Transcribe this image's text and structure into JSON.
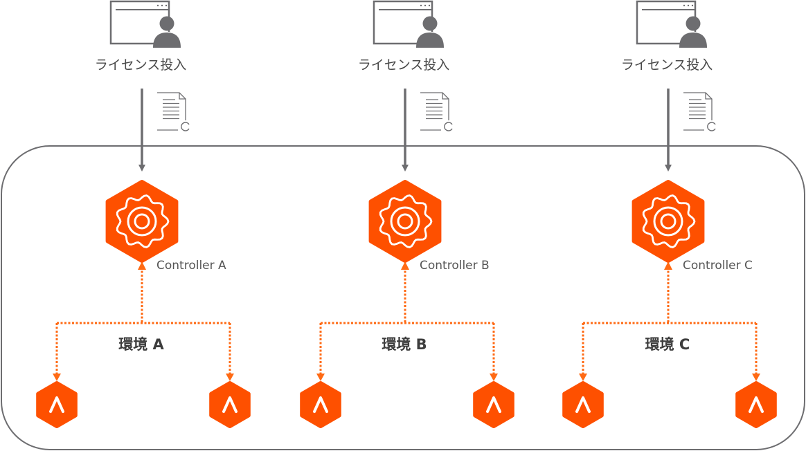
{
  "colors": {
    "accent": "#fe5000",
    "dotted_line": "#ff6a14",
    "gray": "#6d6d70",
    "text_dark": "#3d3d3d",
    "text": "#555555"
  },
  "columns": [
    {
      "id": "A",
      "source_label": "ライセンス投入",
      "source_icon": "browser-user-icon",
      "license_icon": "license-document-icon",
      "controller_label": "Controller A",
      "controller_icon": "gear-hexagon-icon",
      "environment_label": "環境 A",
      "agents": [
        {
          "icon": "caret-hexagon-icon"
        },
        {
          "icon": "caret-hexagon-icon"
        }
      ]
    },
    {
      "id": "B",
      "source_label": "ライセンス投入",
      "source_icon": "browser-user-icon",
      "license_icon": "license-document-icon",
      "controller_label": "Controller B",
      "controller_icon": "gear-hexagon-icon",
      "environment_label": "環境 B",
      "agents": [
        {
          "icon": "caret-hexagon-icon"
        },
        {
          "icon": "caret-hexagon-icon"
        }
      ]
    },
    {
      "id": "C",
      "source_label": "ライセンス投入",
      "source_icon": "browser-user-icon",
      "license_icon": "license-document-icon",
      "controller_label": "Controller C",
      "controller_icon": "gear-hexagon-icon",
      "environment_label": "環境 C",
      "agents": [
        {
          "icon": "caret-hexagon-icon"
        },
        {
          "icon": "caret-hexagon-icon"
        }
      ]
    }
  ]
}
